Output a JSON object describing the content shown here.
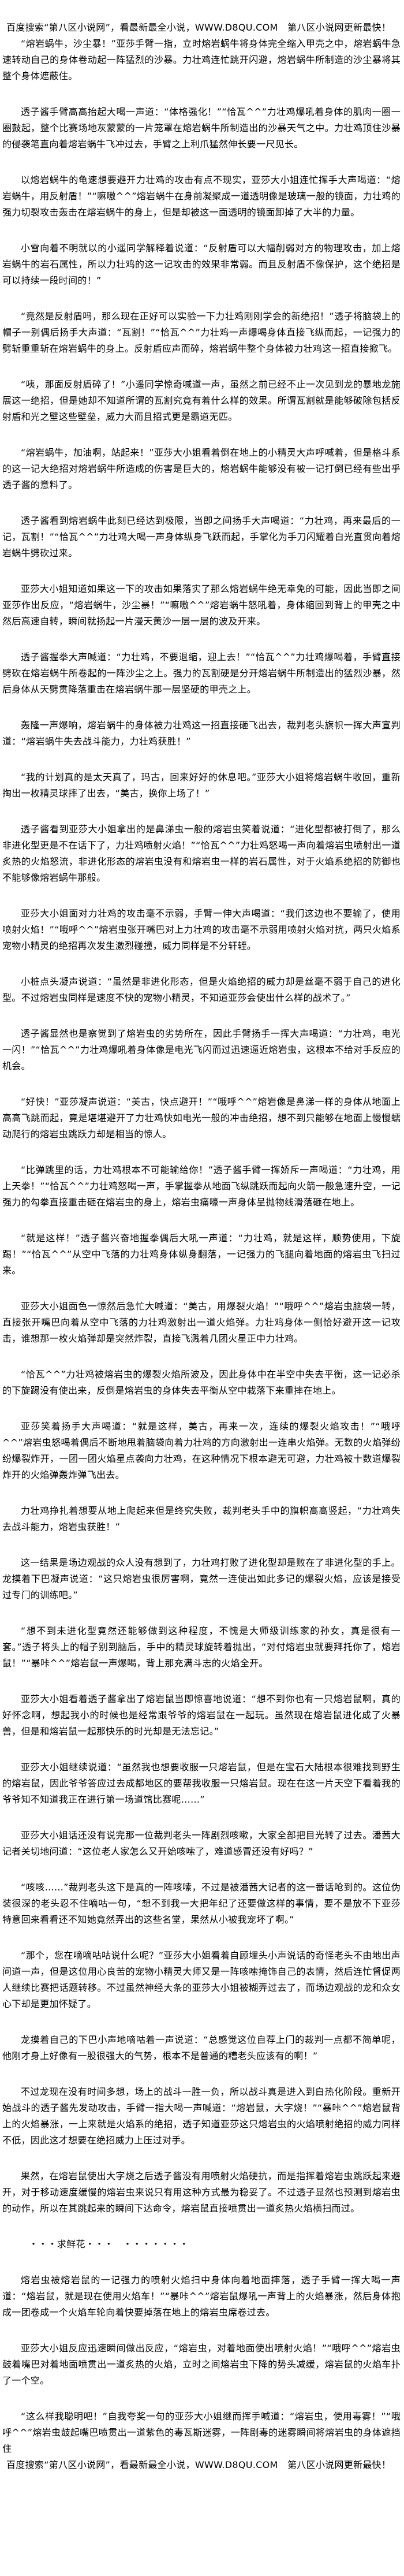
{
  "banner": "百度搜索“第八区小说网”，看最新最全小说，WWW.D8QU.COM　第八区小说网更新最快！",
  "paragraphs": [
    "“熔岩蜗牛，沙尘暴！”亚莎手臂一指，立时熔岩蜗牛将身体完全缩入甲壳之中，熔岩蜗牛急速转动自己的身体卷动起一阵猛烈的沙暴。力壮鸡连忙跳开闪避，熔岩蜗牛所制造的沙尘暴将其整个身体遮蔽住。",
    "透子酱手臂高高抬起大喝一声道：“体格强化！”“恰瓦^^”力壮鸡爆吼着身体的肌肉一圈一圈鼓起，整个比赛场地灰蒙蒙的一片笼罩在熔岩蜗牛所制造出的沙暴天气之中。力壮鸡顶住沙暴的侵袭笔直向着熔岩蜗牛飞冲过去，手臂之上利爪猛然伸长要一尺见长。",
    "以熔岩蜗牛的龟速想要避开力壮鸡的攻击有点不现实，亚莎大小姐连忙挥手大声喝道：“熔岩蜗牛，用反射盾！”“嘛嗷^^”熔岩蜗牛在身前凝聚成一道透明像是玻璃一般的镜面，力壮鸡的强力切裂攻击轰击在熔岩蜗牛的身上，但是却被这一面透明的镜面卸掉了大半的力量。",
    "小雪向着不明就以的小遥同学解释着说道：“反射盾可以大幅削弱对方的物理攻击，加上熔岩蜗牛的岩石属性，所以力壮鸡的这一记攻击的效果非常弱。而且反射盾不像保护，这个绝招是可以持续一段时间的！”",
    "“竟然是反射盾吗，那么现在正好可以实验一下力壮鸡刚刚学会的新绝招！”透子将脑袋上的帽子一别偶后扬手大声道：“瓦割！”“恰瓦^^”力壮鸡一声爆喝身体直接飞纵而起，一记强力的劈斩重重斩在熔岩蜗牛的身上。反射盾应声而碎，熔岩蜗牛整个身体被力壮鸡这一招直接掀飞。",
    "“咦，那面反射盾碎了！”小遥同学惊奇喊道一声，虽然之前已经不止一次见到龙的暴地龙施展这一绝招，但是她却不知道所谓的瓦割究竟有着什么样的效果。所谓瓦割就是能够破除包括反射盾和光之壁这些壁垒，威力大而且招式更是霸道无匹。",
    "“熔岩蜗牛，加油啊，站起来！”亚莎大小姐看着倒在地上的小精灵大声呼喊着，但是格斗系的这一记大绝招对熔岩蜗牛所造成的伤害是巨大的，熔岩蜗牛能够没有被一记打倒已经有些出乎透子酱的意料了。",
    "透子酱看到熔岩蜗牛此刻已经达到极限，当即之间扬手大声喝道：“力壮鸡，再来最后的一记，瓦割！”“恰瓦^^”力壮鸡大喝一声身体纵身飞跃而起，手掌化为手刀闪耀着白光直贯向着熔岩蜗牛劈砍过来。",
    "亚莎大小姐知道如果这一下的攻击如果落实了那么熔岩蜗牛绝无幸免的可能，因此当即之间亚莎作出反应，“熔岩蜗牛，沙尘暴！”“嘛嗷^^”熔岩蜗牛怒吼着，身体缩回到背上的甲壳之中然后高速自转，瞬间就扬起一片漫天黄沙一层一层的波及开来。",
    "透子酱握拳大声喊道：“力壮鸡，不要退缩，迎上去！”“恰瓦^^”力壮鸡爆喝着，手臂直接劈砍在熔岩蜗牛所卷起的一阵沙尘之上。强力的瓦割硬是分开熔岩蜗牛所制造出的猛烈沙暴，然后身体从天劈贯降落重击在熔岩蜗牛那一层坚硬的甲壳之上。",
    "轰隆一声爆响，熔岩蜗牛的身体被力壮鸡这一招直接砸飞出去，裁判老头旗帜一挥大声宣判道：“熔岩蜗牛失去战斗能力，力壮鸡获胜！”",
    "“我的计划真的是太天真了，玛古，回来好好的休息吧。”亚莎大小姐将熔岩蜗牛收回，重新掏出一枚精灵球摔了出去，“美古，换你上场了！”",
    "透子酱看到亚莎大小姐拿出的是鼻涕虫一般的熔岩虫笑着说道：“进化型都被打倒了，那么非进化型更是不在话下了，力壮鸡喷射火焰！”“恰瓦^^”力壮鸡怒喝一声向着熔岩虫喷射出一道炙热的火焰怒流，非进化形态的熔岩虫没有和熔岩虫一样的岩石属性，对于火焰系绝招的防御也不能够像熔岩蜗牛那般。",
    "亚莎大小姐面对力壮鸡的攻击毫不示弱，手臂一伸大声喝道：“我们这边也不要输了，使用喷射火焰！”“哦呼^^”熔岩虫张开嘴巴对上力壮鸡的攻击毫不示弱用喷射火焰对抗，两只火焰系宠物小精灵的绝招再次发生激烈碰撞，威力同样是不分轩轾。",
    "小桩点头凝声说道：“虽然是非进化形态，但是火焰绝招的威力却是丝毫不弱于自己的进化型。不过熔岩虫同样是速度不快的宠物小精灵，不知道亚莎会使出什么样的战术了。”",
    "透子酱显然也是察觉到了熔岩虫的劣势所在，因此手臂扬手一挥大声喝道：“力壮鸡，电光一闪！”“恰瓦^^”力壮鸡爆吼着身体像是电光飞闪而过迅速逼近熔岩虫，这根本不给对手反应的机会。",
    "“好快！”亚莎凝声说道：“美古，快点避开！”“哦呼^^”熔岩像是鼻涕一样的身体从地面上高高飞跳而起，竟是堪堪避开了力壮鸡快如电光一般的冲击绝招，想不到只能够在地面上慢慢蠕动爬行的熔岩虫跳跃力却是相当的惊人。",
    "“比弹跳里的话，力壮鸡根本不可能输给你！”透子酱手臂一挥娇斥一声喝道：“力壮鸡，用上天拳！”“恰瓦^^”力壮鸡怒喝一声，手掌握拳从地面飞纵跳跃而起向火箭一般急速升空，一记强力的勾拳直接重击砸在熔岩虫的身上，熔岩虫痛嚎一声身体呈抛物线滑落砸在地上。",
    "“就是这样！”透子酱兴奋地握拳偶后大吼一声道：“力壮鸡，就是这样，顺势使用，下旋踢！”“恰瓦^^”从空中飞落的力壮鸡身体纵身翻落，一记强力的飞腿向着地面的熔岩虫飞扫过来。",
    "亚莎大小姐面色一惊然后急忙大喊道：“美古，用爆裂火焰！”“哦呼^^”熔岩虫脑袋一转，直接张开嘴巴向着从空中飞落的力壮鸡激射出一道火焰弹。力壮鸡身体一侧恰好避开这一记攻击，谁想那一枚火焰弹却是突然炸裂，直接飞溅着几团火星正中力壮鸡。",
    "“恰瓦^^”力壮鸡被熔岩虫的爆裂火焰所波及，因此身体中在半空中失去平衡，这一记必杀的下旋踢没有使出来，反倒是熔岩虫的身体失去平衡从空中栽落下来重摔在地上。",
    "亚莎笑着扬手大声喝道：“就是这样，美古，再来一次，连续的爆裂火焰攻击！”“哦呼^^”熔岩虫怒喝着偶后不断地甩着脑袋向着力壮鸡的方向激射出一连串火焰弹。无数的火焰弹纷纷爆裂炸开，一团一团火焰星点袭向力壮鸡，在这种情况下根本避无可避，力壮鸡被十数道爆裂炸开的火焰弹轰炸弹飞出去。",
    "力壮鸡挣扎着想要从地上爬起来但是终究失败，裁判老头手中的旗帜高高竖起，“力壮鸡失去战斗能力，熔岩虫获胜！”",
    "这一结果是场边观战的众人没有想到了，力壮鸡打败了进化型却是败在了非进化型的手上。龙摸着下巴凝声说道：“这只熔岩虫很厉害啊，竟然一连使出如此多记的爆裂火焰，应该是接受过专门的训练吧。”",
    "“想不到未进化型竟然还能够做到这种程度，不愧是大师级训练家的孙女，真是很有一套。”透子将头上的帽子别到脑后，手中的精灵球旋转着抛出，“对付熔岩虫就要拜托你了，熔岩鼠！”“暴咔^^”熔岩鼠一声爆喝，背上那充满斗志的火焰全开。",
    "亚莎大小姐看着透子酱拿出了熔岩鼠当即惊喜地说道：“想不到你也有一只熔岩鼠啊，真的好怀念啊，想起我小的时候也是经常跟爷爷的熔岩鼠在一起玩。虽然现在熔岩鼠进化成了火暴兽，但是和熔岩鼠一起那快乐的时光却是无法忘记。”",
    "亚莎大小姐继续说道：“虽然我也想要收服一只熔岩鼠，但是在宝石大陆根本很难找到野生的熔岩鼠，因此爷爷答应过去成都地区的要帮我收服一只熔岩鼠。现在在这一片天空下看着我的爷爷知不知道我正在进行第一场道馆比赛呢……”",
    "亚莎大小姐话还没有说完那一位裁判老头一阵剧烈咳嗽，大家全部把目光转了过去。潘茜大记者关切地问道：“这位老人家怎么又开始咳嗦了，难道感冒还没有好吗？”",
    "“咳咳……”裁判老头这下是真的一阵咳嗦，不过是被潘茜大记者的这一番话呛到的。这位伪装很深的老头忍不住嘀咕一句，“想不到我一大把年纪了还要做这样的事情，要不是放不下亚莎特意回来看看还不知她竟然弄出的这些名堂，果然从小被我宠坏了啊。”",
    "“那个，您在嘀嘀咕咕说什么呢？”亚莎大小姐看着自顾埋头小声说话的奇怪老头不由地出声问道一声，但是这位用心良苦的宠物小精灵大师又是一阵咳嗦掩饰自己的表情，然后连忙督促两人继续比赛把话题转移。不过虽然神经大条的亚莎大小姐被糊弄过去了，而场边观战的龙和众女心下却是更加怀疑了。",
    "龙摸着自己的下巴小声地嘀咕着一声说道：“总感觉这位自荐上门的裁判一点都不简单呢，他刚才身上好像有一股很强大的气势，根本不是普通的糟老头应该有的啊！”",
    "不过龙现在没有时间多想，场上的战斗一胜一负，所以战斗真是进入到白热化阶段。重新开始战斗的透子酱先发动攻击，手臂一指大喝一声喊道：“熔岩鼠，大字烧！”“暴咔^^”熔岩鼠背上的火焰暴涨，一上来就是火焰系的绝招，透子知道亚莎这只熔岩虫的火焰喷射绝招的威力同样不低，因此这才想要在绝招威力上压过对手。",
    "果然，在熔岩鼠使出大字烧之后透子酱没有用喷射火焰硬抗，而是指挥着熔岩虫跳跃起来避开，对于移动速度缓慢的熔岩虫来说只有用这种方式最为稳妥了。不过透子显然也预测到熔岩虫的动作，所以在其跳起来的瞬间下达命令，熔岩鼠直接喷贯出一道炙热火焰横扫而过。",
    "・・・求鲜花・・・　・・・・・・・",
    "熔岩虫被熔岩鼠的一记强力的喷射火焰扫中身体向着地面摔落，透子手臂一挥大喝一声道：“熔岩鼠，就是现在使用火焰车！”“暴咔^^”熔岩鼠爆吼一声背上的火焰暴涨，然后身体抱成一团卷成一个火焰车轮向着快要掉落在地上的熔岩虫席卷过去。",
    "亚莎大小姐反应迅速瞬间做出反应，“熔岩虫，对着地面使出喷射火焰！”“哦呼^^”熔岩虫鼓着嘴巴对着地面喷贯出一道炙热的火焰，立时之间熔岩虫下降的势头减缓，熔岩鼠的火焰车扑了一个空。",
    "“这么样我聪明吧！”自我夸奖一句的亚莎大小姐继而挥手喊道：“熔岩虫，使用毒雾！”“哦呼^^”熔岩虫鼓起嘴巴喷贯出一道紫色的毒瓦斯迷雾，一阵剧毒的迷雾瞬间将熔岩虫的身体遮挡住"
  ]
}
